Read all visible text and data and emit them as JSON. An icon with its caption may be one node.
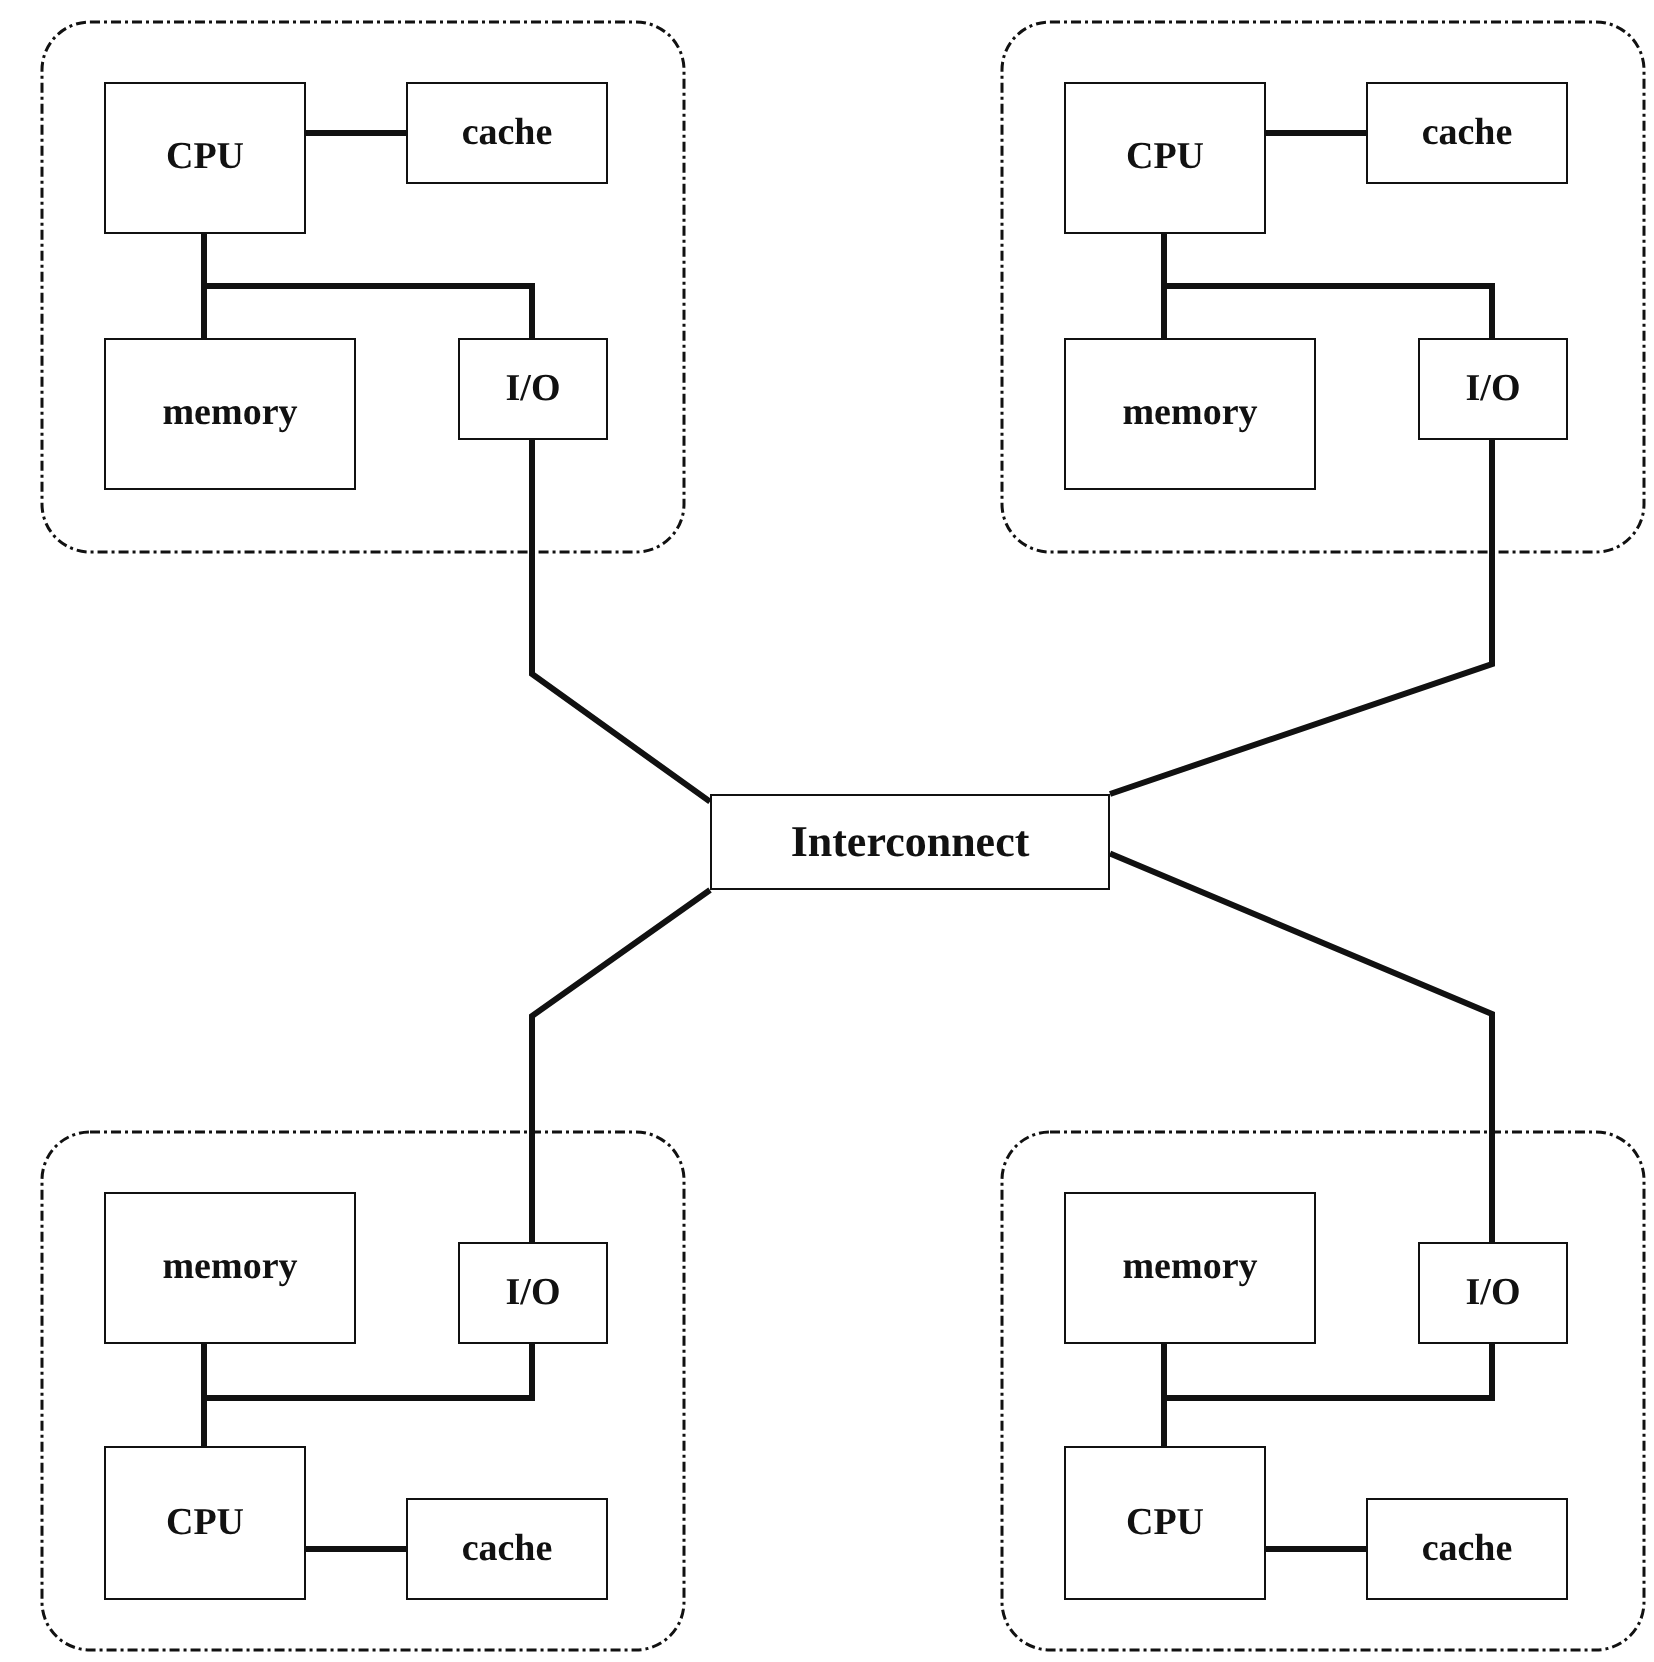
{
  "diagram": {
    "nodes": [
      {
        "text": [],
        "shape": "box"
      },
      {
        "text": [
          "CPU"
        ],
        "in": 0
      },
      {
        "text": [
          "cache"
        ],
        "in": 0
      },
      {
        "text": [
          "memory"
        ],
        "in": 0
      },
      {
        "text": [
          "I/O"
        ],
        "in": 0
      },
      {
        "text": [],
        "shape": "box"
      },
      {
        "text": [
          "CPU"
        ],
        "in": 5
      },
      {
        "text": [
          "cache"
        ],
        "in": 5
      },
      {
        "text": [
          "memory"
        ],
        "in": 5
      },
      {
        "text": [
          "I/O"
        ],
        "in": 5
      },
      {
        "text": [
          "Interconnect"
        ]
      },
      {
        "text": [],
        "shape": "box"
      },
      {
        "text": [
          "memory"
        ],
        "in": 11
      },
      {
        "text": [
          "I/O"
        ],
        "in": 11
      },
      {
        "text": [
          "CPU"
        ],
        "in": 11
      },
      {
        "text": [
          "cache"
        ],
        "in": 11
      },
      {
        "text": [],
        "shape": "box"
      },
      {
        "text": [
          "memory"
        ],
        "in": 16
      },
      {
        "text": [
          "I/O"
        ],
        "in": 16
      },
      {
        "text": [
          "CPU"
        ],
        "in": 16
      },
      {
        "text": [
          "cache"
        ],
        "in": 16
      }
    ],
    "edges": [
      {
        "from": 1,
        "to": 2,
        "arrow": "none"
      },
      {
        "from": 1,
        "to": 3,
        "arrow": "none"
      },
      {
        "from": 1,
        "to": 4,
        "arrow": "none"
      },
      {
        "from": 6,
        "to": 7,
        "arrow": "none"
      },
      {
        "from": 6,
        "to": 8,
        "arrow": "none"
      },
      {
        "from": 6,
        "to": 9,
        "arrow": "none"
      },
      {
        "from": 4,
        "to": 10,
        "arrow": "none"
      },
      {
        "from": 9,
        "to": 10,
        "arrow": "none"
      },
      {
        "from": 10,
        "to": 13,
        "arrow": "none"
      },
      {
        "from": 10,
        "to": 18,
        "arrow": "none"
      },
      {
        "from": 14,
        "to": 15,
        "arrow": "none"
      },
      {
        "from": 14,
        "to": 12,
        "arrow": "none"
      },
      {
        "from": 14,
        "to": 13,
        "arrow": "none"
      },
      {
        "from": 19,
        "to": 20,
        "arrow": "none"
      },
      {
        "from": 19,
        "to": 17,
        "arrow": "none"
      },
      {
        "from": 19,
        "to": 18,
        "arrow": "none"
      }
    ]
  }
}
